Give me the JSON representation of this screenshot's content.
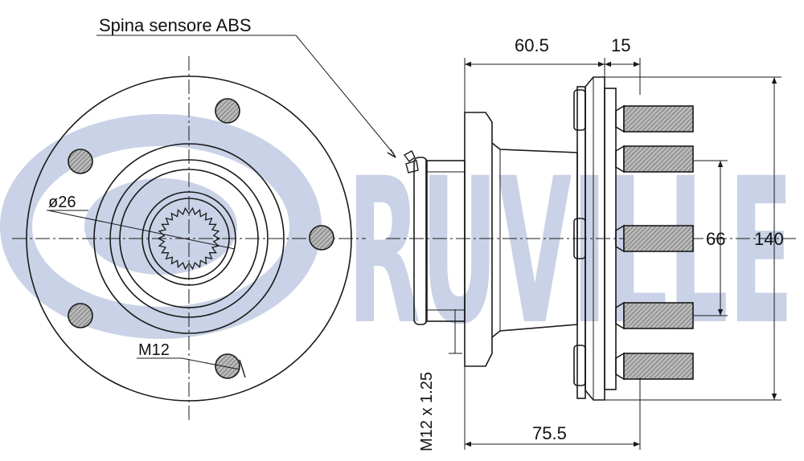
{
  "watermark": {
    "text": "RUVILLE",
    "color": "#c9d2e6"
  },
  "colors": {
    "line": "#1a1a1a",
    "hatch_fill": "#b9b9b9",
    "watermark": "#c9d2e6"
  },
  "labels": {
    "abs_sensor": "Spina sensore ABS",
    "diameter": "ø26",
    "bolt_thread": "M12",
    "stud_thread": "M12 x 1.25"
  },
  "dimensions": {
    "flange_depth": "60.5",
    "stud_offset": "15",
    "bolt_pcd": "66",
    "flange_diameter": "140",
    "overall_length": "75.5"
  }
}
